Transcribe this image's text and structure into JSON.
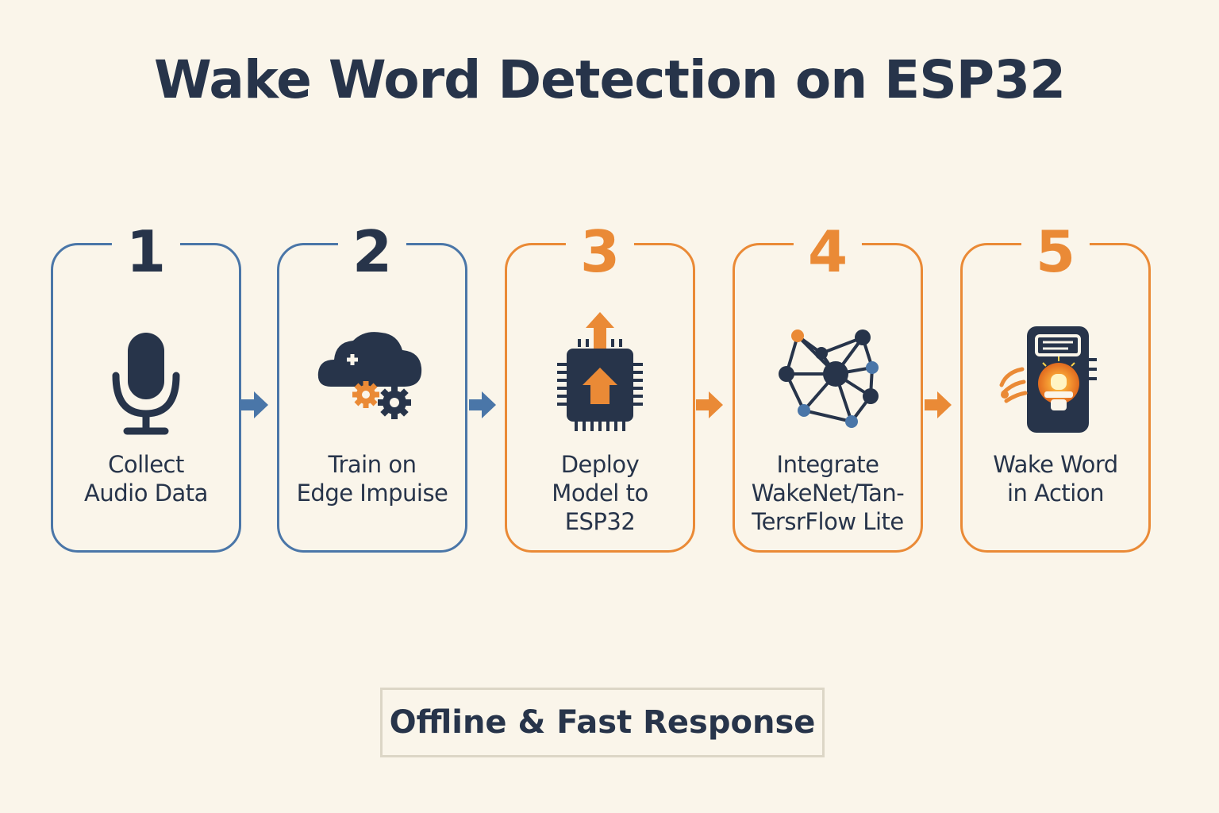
{
  "title": "Wake Word Detection on ESP32",
  "colors": {
    "navy": "#27344a",
    "blue": "#4a76a8",
    "orange": "#ea8a36",
    "background": "#faf5ea"
  },
  "steps": [
    {
      "number": "1",
      "label": "Collect\nAudio Data",
      "icon": "microphone-icon",
      "accent": "blue"
    },
    {
      "number": "2",
      "label": "Train on\nEdge Impuise",
      "icon": "cloud-gears-icon",
      "accent": "blue"
    },
    {
      "number": "3",
      "label": "Deploy\nModel to\nESP32",
      "icon": "chip-upload-icon",
      "accent": "orange"
    },
    {
      "number": "4",
      "label": "Integrate\nWakeNet/Tan-\nTersrFlow Lite",
      "icon": "neural-network-icon",
      "accent": "orange"
    },
    {
      "number": "5",
      "label": "Wake Word\nin Action",
      "icon": "device-alert-light-icon",
      "accent": "orange"
    }
  ],
  "footer": "Offline & Fast Response"
}
